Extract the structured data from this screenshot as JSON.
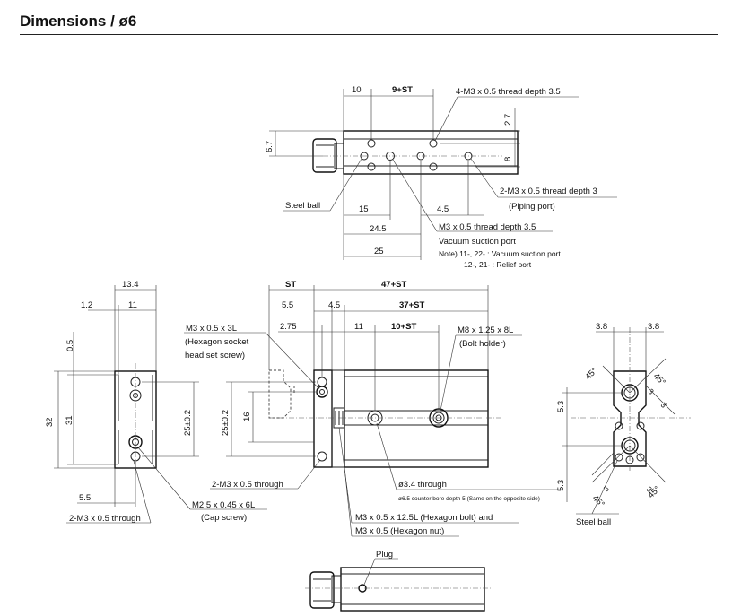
{
  "title": "Dimensions / ø6",
  "top_view": {
    "dims": {
      "d10": "10",
      "d9st": "9+ST",
      "d27": "2.7",
      "d67": "6.7",
      "d8": "8",
      "d15": "15",
      "d45": "4.5",
      "d245": "24.5",
      "d25": "25"
    },
    "callouts": {
      "thread_4m3": "4-M3 x 0.5 thread depth 3.5",
      "steel_ball": "Steel ball",
      "thread_2m3": "2-M3 x 0.5 thread depth 3",
      "piping_port": "(Piping port)",
      "m3_vac": "M3 x 0.5 thread depth 3.5",
      "vac_port": "Vacuum suction port",
      "note1": "Note) 11-, 22- : Vacuum suction port",
      "note2": "12-, 21- : Relief port"
    }
  },
  "side_view": {
    "dims": {
      "d134": "13.4",
      "d12": "1.2",
      "d11": "11",
      "d05": "0.5",
      "d32": "32",
      "d31": "31",
      "d25pm": "25±0.2",
      "d55": "5.5"
    },
    "callouts": {
      "m25": "M2.5 x 0.45 x 6L",
      "cap_screw": "(Cap screw)",
      "through": "2-M3 x 0.5 through"
    }
  },
  "front_view": {
    "dims": {
      "st": "ST",
      "d47st": "47+ST",
      "d55": "5.5",
      "d45": "4.5",
      "d37st": "37+ST",
      "d275": "2.75",
      "d11": "11",
      "d10st": "10+ST",
      "d25pm": "25±0.2",
      "d16": "16"
    },
    "callouts": {
      "m3x3l": "M3 x 0.5 x 3L",
      "hex_socket": "(Hexagon socket",
      "head_set": "head set screw)",
      "m8": "M8 x 1.25 x 8L",
      "bolt_holder": "(Bolt holder)",
      "through": "2-M3 x 0.5 through",
      "phi34": "ø3.4 through",
      "counterbore": "ø6.5 counter bore depth 5 (Same on the opposite side)",
      "hex_bolt": "M3 x 0.5 x 12.5L (Hexagon bolt) and",
      "hex_nut": "M3 x 0.5 (Hexagon nut)"
    }
  },
  "end_view": {
    "dims": {
      "d38a": "3.8",
      "d38b": "3.8",
      "d53a": "5.3",
      "d53b": "5.3",
      "a45": "45°",
      "d3": "3"
    },
    "callouts": {
      "steel_ball": "Steel ball"
    }
  },
  "bottom_view": {
    "callouts": {
      "plug": "Plug"
    }
  }
}
